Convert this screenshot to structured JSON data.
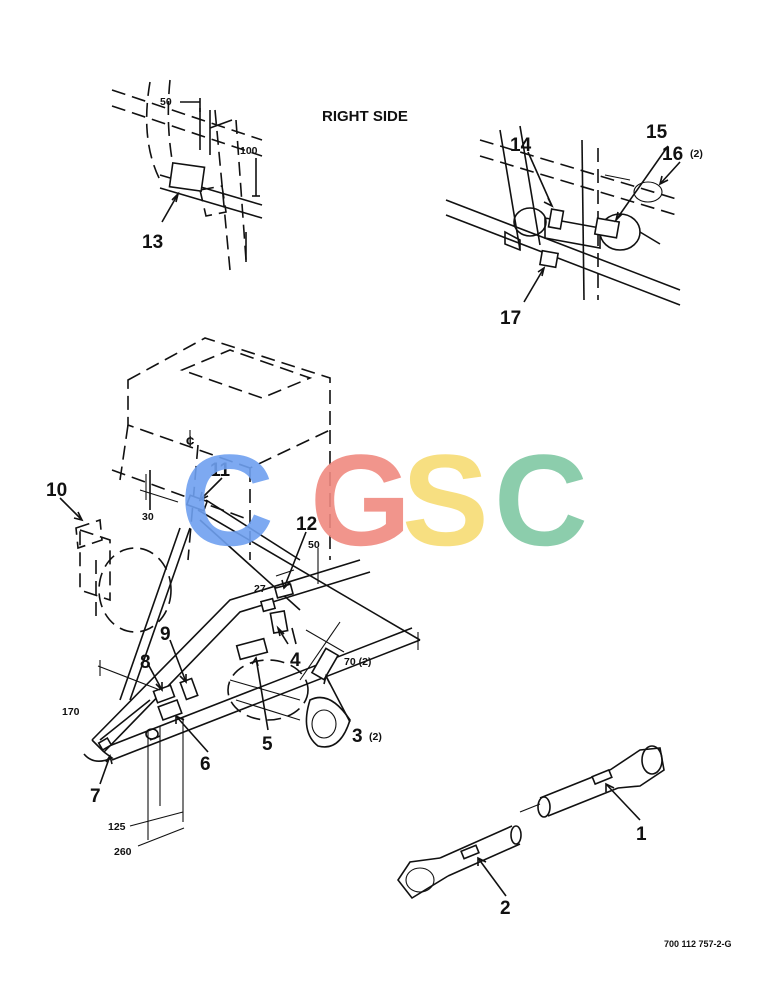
{
  "title": "RIGHT SIDE",
  "drawing_number": "700 112 757-2-G",
  "watermark": {
    "letters": [
      "C",
      "G",
      "S",
      "C"
    ],
    "colors": [
      "#6fa0f0",
      "#f08a80",
      "#f7dc74",
      "#80c8a4"
    ]
  },
  "callouts": {
    "c1": "1",
    "c2": "2",
    "c3": "3",
    "c3q": "(2)",
    "c4": "4",
    "c5": "5",
    "c6": "6",
    "c7": "7",
    "c8": "8",
    "c9": "9",
    "c10": "10",
    "c11": "11",
    "c12": "12",
    "c13": "13",
    "c14": "14",
    "c15": "15",
    "c16": "16",
    "c16q": "(2)",
    "c17": "17"
  },
  "dimensions": {
    "d50_top": "50",
    "d100": "100",
    "d30": "30",
    "d50": "50",
    "d27": "27",
    "d70": "70 (2)",
    "d170": "170",
    "d125": "125",
    "d260": "260"
  },
  "centerline_symbol": "¢"
}
